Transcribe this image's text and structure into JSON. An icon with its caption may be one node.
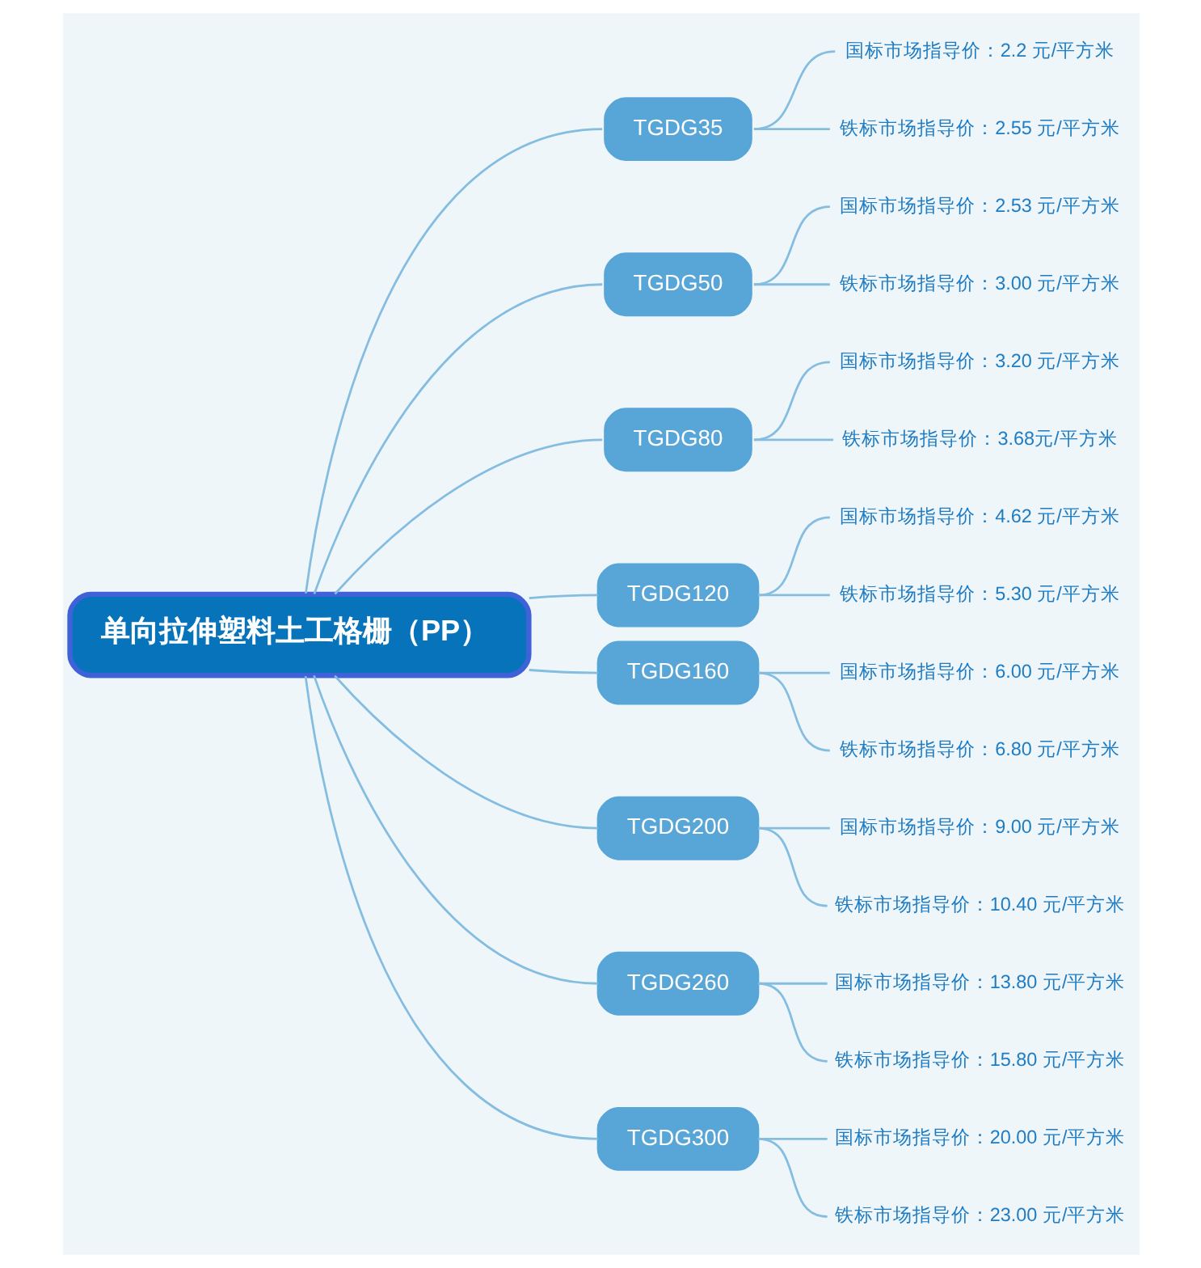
{
  "diagram": {
    "nodes": [
      {
        "text": [
          "单向拉伸塑料土工格栅（PP）"
        ]
      },
      {
        "text": [
          "TGDG35"
        ]
      },
      {
        "text": [
          "国标市场指导价：2.2 元/平方米"
        ]
      },
      {
        "text": [
          "铁标市场指导价：2.55 元/平方米"
        ]
      },
      {
        "text": [
          "TGDG50"
        ]
      },
      {
        "text": [
          "国标市场指导价：2.53 元/平方米"
        ]
      },
      {
        "text": [
          "铁标市场指导价：3.00 元/平方米"
        ]
      },
      {
        "text": [
          "TGDG80"
        ]
      },
      {
        "text": [
          "国标市场指导价：3.20 元/平方米"
        ]
      },
      {
        "text": [
          "铁标市场指导价：3.68元/平方米"
        ]
      },
      {
        "text": [
          "TGDG120"
        ]
      },
      {
        "text": [
          "国标市场指导价：4.62 元/平方米"
        ]
      },
      {
        "text": [
          "铁标市场指导价：5.30 元/平方米"
        ]
      },
      {
        "text": [
          "TGDG160"
        ]
      },
      {
        "text": [
          "国标市场指导价：6.00 元/平方米"
        ]
      },
      {
        "text": [
          "铁标市场指导价：6.80 元/平方米"
        ]
      },
      {
        "text": [
          "TGDG200"
        ]
      },
      {
        "text": [
          "国标市场指导价：9.00 元/平方米"
        ]
      },
      {
        "text": [
          "铁标市场指导价：10.40 元/平方米"
        ]
      },
      {
        "text": [
          "TGDG260"
        ]
      },
      {
        "text": [
          "国标市场指导价：13.80 元/平方米"
        ]
      },
      {
        "text": [
          "铁标市场指导价：15.80 元/平方米"
        ]
      },
      {
        "text": [
          "TGDG300"
        ]
      },
      {
        "text": [
          "国标市场指导价：20.00 元/平方米"
        ]
      },
      {
        "text": [
          "铁标市场指导价：23.00 元/平方米"
        ]
      }
    ],
    "edges": [
      {
        "from": 0,
        "to": 1,
        "arrow": "none"
      },
      {
        "from": 1,
        "to": 2,
        "arrow": "none"
      },
      {
        "from": 1,
        "to": 3,
        "arrow": "none"
      },
      {
        "from": 0,
        "to": 4,
        "arrow": "none"
      },
      {
        "from": 4,
        "to": 5,
        "arrow": "none"
      },
      {
        "from": 4,
        "to": 6,
        "arrow": "none"
      },
      {
        "from": 0,
        "to": 7,
        "arrow": "none"
      },
      {
        "from": 7,
        "to": 8,
        "arrow": "none"
      },
      {
        "from": 7,
        "to": 9,
        "arrow": "none"
      },
      {
        "from": 0,
        "to": 10,
        "arrow": "none"
      },
      {
        "from": 10,
        "to": 11,
        "arrow": "none"
      },
      {
        "from": 10,
        "to": 12,
        "arrow": "none"
      },
      {
        "from": 0,
        "to": 13,
        "arrow": "none"
      },
      {
        "from": 13,
        "to": 14,
        "arrow": "none"
      },
      {
        "from": 13,
        "to": 15,
        "arrow": "none"
      },
      {
        "from": 0,
        "to": 16,
        "arrow": "none"
      },
      {
        "from": 16,
        "to": 17,
        "arrow": "none"
      },
      {
        "from": 16,
        "to": 18,
        "arrow": "none"
      },
      {
        "from": 0,
        "to": 19,
        "arrow": "none"
      },
      {
        "from": 19,
        "to": 20,
        "arrow": "none"
      },
      {
        "from": 19,
        "to": 21,
        "arrow": "none"
      },
      {
        "from": 0,
        "to": 22,
        "arrow": "none"
      },
      {
        "from": 22,
        "to": 23,
        "arrow": "none"
      },
      {
        "from": 22,
        "to": 24,
        "arrow": "none"
      }
    ]
  }
}
